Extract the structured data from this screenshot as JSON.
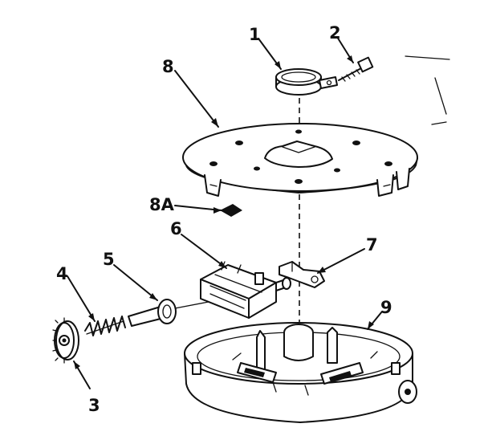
{
  "callouts": {
    "c1": "1",
    "c2": "2",
    "c3": "3",
    "c4": "4",
    "c5": "5",
    "c6": "6",
    "c7": "7",
    "c8": "8",
    "c8a": "8A",
    "c9": "9"
  }
}
